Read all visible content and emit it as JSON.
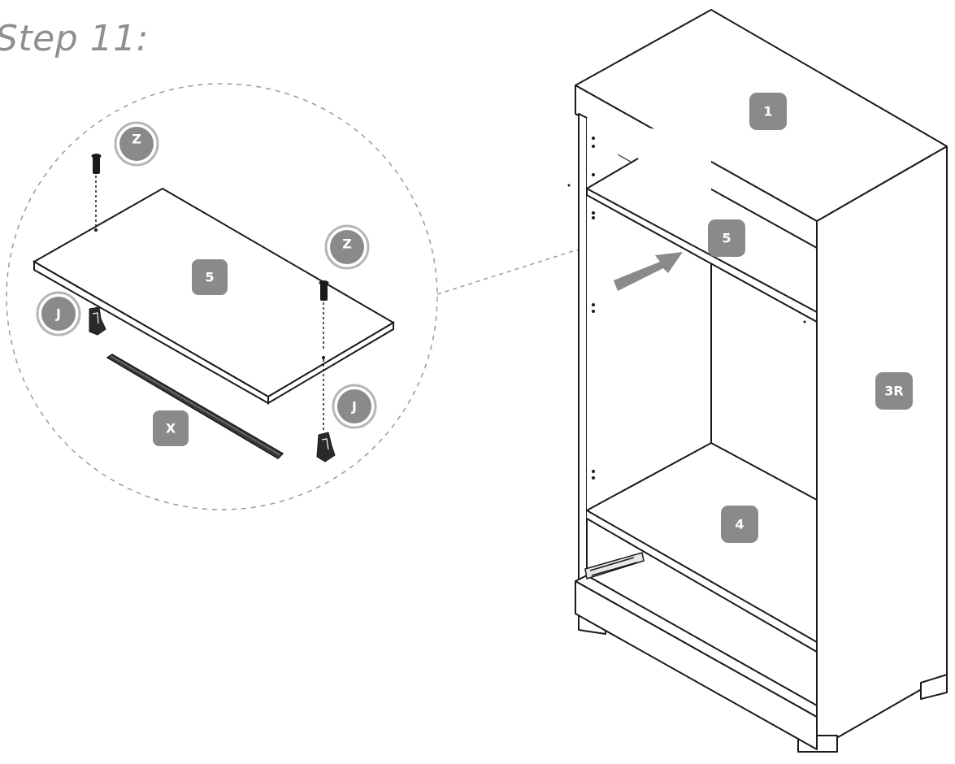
{
  "title": "Step 11:",
  "colors": {
    "line": "#1a1a1a",
    "badge": "#8a8a8a",
    "badge_text": "#ffffff",
    "title": "#8f8f8f",
    "arrow": "#8a8a8a"
  },
  "detail": {
    "panel_label": "5",
    "screw_label_left": "Z",
    "screw_label_right": "Z",
    "clip_label_left": "J",
    "clip_label_right": "J",
    "rod_label": "X"
  },
  "cabinet": {
    "top_label": "1",
    "shelf_label": "5",
    "side_label": "3R",
    "bottom_label": "4"
  }
}
